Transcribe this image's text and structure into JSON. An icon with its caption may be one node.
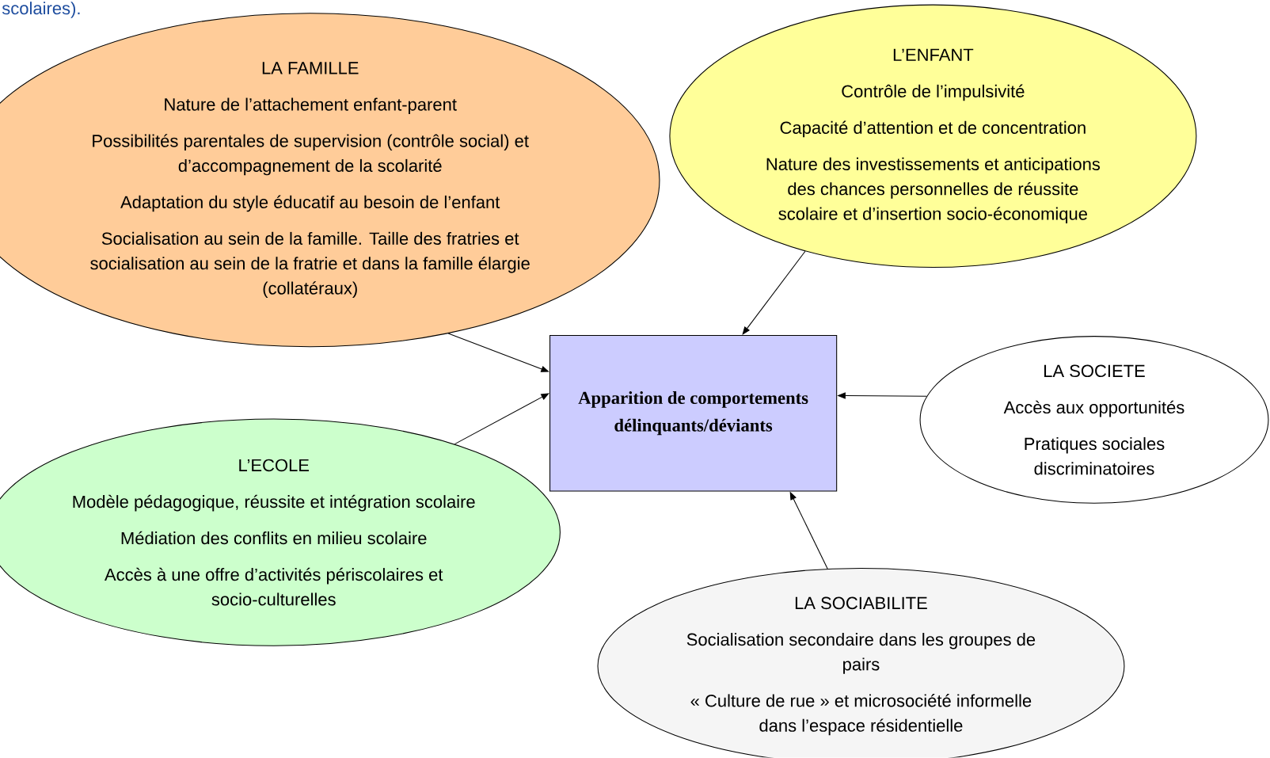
{
  "diagram": {
    "nodes": [
      {
        "text": [
          "LA FAMILLE",
          "Nature de l’attachement enfant-parent",
          "Possibilités parentales de supervision (contrôle social) et d’accompagnement de la scolarité",
          "Adaptation du style éducatif au besoin de l’enfant",
          "Socialisation au sein de la famille. Taille des fratries et socialisation au sein de la fratrie et dans la famille élargie (collatéraux)"
        ]
      },
      {
        "text": [
          "L’ENFANT",
          "Contrôle de l’impulsivité",
          "Capacité d’attention et de concentration",
          "Nature des investissements et anticipations des chances personnelles de réussite scolaire et d’insertion socio-économique"
        ]
      },
      {
        "text": [
          "Apparition de comportements délinquants/déviants"
        ]
      },
      {
        "text": [
          "LA SOCIETE",
          "Accès aux opportunités",
          "Pratiques sociales discriminatoires"
        ]
      },
      {
        "text": [
          "L’ECOLE",
          "Modèle pédagogique, réussite et intégration scolaire",
          "Médiation des conflits en milieu scolaire",
          "Accès à une offre d’activités périscolaires et socio-culturelles"
        ]
      },
      {
        "text": [
          "LA SOCIABILITE",
          "Socialisation secondaire dans les groupes de pairs",
          "« Culture de rue » et microsociété informelle dans l’espace résidentielle"
        ]
      }
    ],
    "edges": [
      {
        "from": 0,
        "to": 2,
        "arrow": "to"
      },
      {
        "from": 1,
        "to": 2,
        "arrow": "to"
      },
      {
        "from": 3,
        "to": 2,
        "arrow": "to"
      },
      {
        "from": 4,
        "to": 2,
        "arrow": "to"
      },
      {
        "from": 5,
        "to": 2,
        "arrow": "to"
      }
    ],
    "labels": [
      "scolaires)."
    ]
  }
}
